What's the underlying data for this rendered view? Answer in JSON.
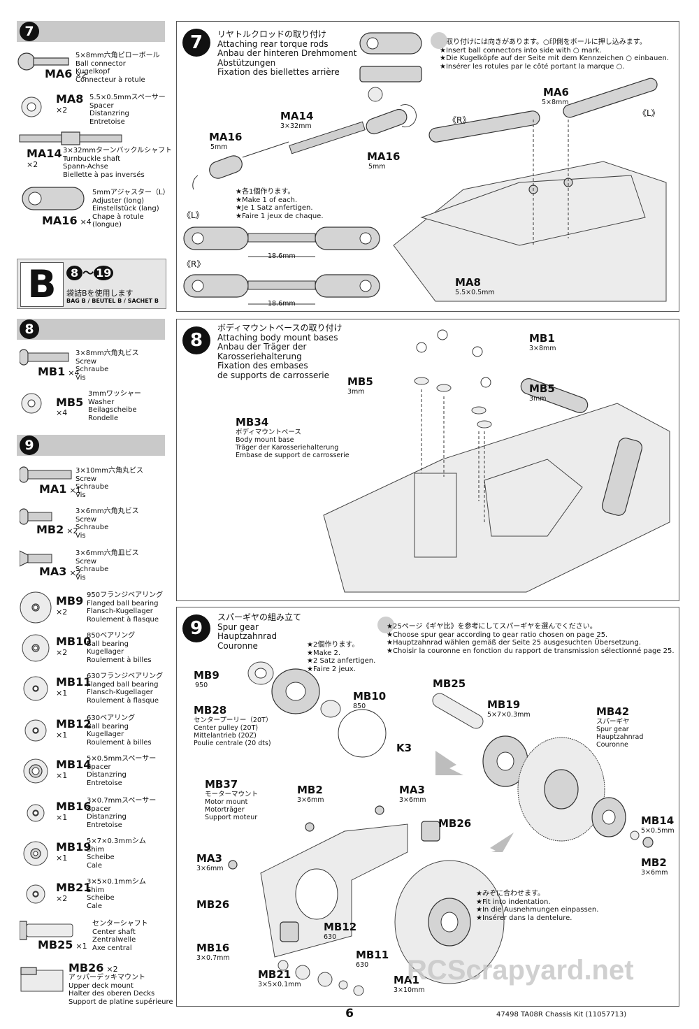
{
  "left": {
    "step7": {
      "number": "7",
      "parts": [
        {
          "code": "MA6",
          "qty": "×2",
          "name": "5×8mm六角ピローボール\nBall connector\nKugelkopf\nConnecteur à rotule"
        },
        {
          "code": "MA8",
          "qty": "×2",
          "name": "5.5×0.5mmスペーサー\nSpacer\nDistanzring\nEntretoise"
        },
        {
          "code": "MA14",
          "qty": "×2",
          "name": "3×32mmターンバックルシャフト\nTurnbuckle shaft\nSpann-Achse\nBiellette à pas inversés"
        },
        {
          "code": "MA16",
          "qty": "×4",
          "name": "5mmアジャスター（L）\nAdjuster (long)\nEinstellstück (lang)\nChape à rotule\n(longue)"
        }
      ]
    },
    "bagB": {
      "letter": "B",
      "from": "8",
      "tilde": "～",
      "to": "19",
      "text": "袋詰Bを使用します",
      "sub": "BAG B / BEUTEL B / SACHET B"
    },
    "step8": {
      "number": "8",
      "parts": [
        {
          "code": "MB1",
          "qty": "×4",
          "name": "3×8mm六角丸ビス\nScrew\nSchraube\nVis"
        },
        {
          "code": "MB5",
          "qty": "×4",
          "name": "3mmワッシャー\nWasher\nBeilagscheibe\nRondelle"
        }
      ]
    },
    "step9": {
      "number": "9",
      "parts": [
        {
          "code": "MA1",
          "qty": "×1",
          "name": "3×10mm六角丸ビス\nScrew\nSchraube\nVis"
        },
        {
          "code": "MB2",
          "qty": "×2",
          "name": "3×6mm六角丸ビス\nScrew\nSchraube\nVis"
        },
        {
          "code": "MA3",
          "qty": "×2",
          "name": "3×6mm六角皿ビス\nScrew\nSchraube\nVis"
        },
        {
          "code": "MB9",
          "qty": "×2",
          "name": "950フランジベアリング\nFlanged ball bearing\nFlansch-Kugellager\nRoulement à flasque"
        },
        {
          "code": "MB10",
          "qty": "×2",
          "name": "850ベアリング\nBall bearing\nKugellager\nRoulement à billes"
        },
        {
          "code": "MB11",
          "qty": "×1",
          "name": "630フランジベアリング\nFlanged ball bearing\nFlansch-Kugellager\nRoulement à flasque"
        },
        {
          "code": "MB12",
          "qty": "×1",
          "name": "630ベアリング\nBall bearing\nKugellager\nRoulement à billes"
        },
        {
          "code": "MB14",
          "qty": "×1",
          "name": "5×0.5mmスペーサー\nSpacer\nDistanzring\nEntretoise"
        },
        {
          "code": "MB16",
          "qty": "×1",
          "name": "3×0.7mmスペーサー\nSpacer\nDistanzring\nEntretoise"
        },
        {
          "code": "MB19",
          "qty": "×1",
          "name": "5×7×0.3mmシム\nShim\nScheibe\nCale"
        },
        {
          "code": "MB21",
          "qty": "×2",
          "name": "3×5×0.1mmシム\nShim\nScheibe\nCale"
        },
        {
          "code": "MB25",
          "qty": "×1",
          "name": "センターシャフト\nCenter shaft\nZentralwelle\nAxe central"
        },
        {
          "code": "MB26",
          "qty": "×2",
          "name": "アッパーデッキマウント\nUpper deck mount\nHalter des oberen Decks\nSupport de platine supérieure"
        }
      ]
    }
  },
  "panel7": {
    "number": "7",
    "title": "リヤトルクロッドの取り付け\nAttaching rear torque rods\nAnbau der hinteren Drehmoment\nAbstützungen\nFixation des biellettes arrière",
    "note": "★取り付けには向きがあります。○印側をボールに押し込みます。\n★Insert ball connectors into side with ○ mark.\n★Die Kugelköpfe auf der Seite mit dem Kennzeichen ○ einbauen.\n★Insérer les rotules par le côté portant la marque ○.",
    "make": "★各1個作ります。\n★Make 1 of each.\n★Je 1 Satz anfertigen.\n★Faire 1 jeux de chaque.",
    "ma14": {
      "code": "MA14",
      "size": "3×32mm"
    },
    "ma16a": {
      "code": "MA16",
      "size": "5mm"
    },
    "ma16b": {
      "code": "MA16",
      "size": "5mm"
    },
    "ma6": {
      "code": "MA6",
      "size": "5×8mm"
    },
    "ma8": {
      "code": "MA8",
      "size": "5.5×0.5mm"
    },
    "L": "《L》",
    "R": "《R》",
    "dim": "18.6mm"
  },
  "panel8": {
    "number": "8",
    "title": "ボディマウントベースの取り付け\nAttaching body mount bases\nAnbau der Träger der\nKarosseriehalterung\nFixation des embases\nde supports de carrosserie",
    "mb1": {
      "code": "MB1",
      "size": "3×8mm"
    },
    "mb5a": {
      "code": "MB5",
      "size": "3mm"
    },
    "mb5b": {
      "code": "MB5",
      "size": "3mm"
    },
    "mb34": {
      "code": "MB34",
      "name": "ボディマウントベース\nBody mount base\nTräger der Karosseriehalterung\nEmbase de support de carrosserie"
    }
  },
  "panel9": {
    "number": "9",
    "title": "スパーギヤの組み立て\nSpur gear\nHauptzahnrad\nCouronne",
    "note": "★25ページ《ギヤ比》を参考にしてスパーギヤを選んでください。\n★Choose spur gear according to gear ratio chosen on page 25.\n★Hauptzahnrad wählen gemäß der Seite 25 ausgesuchten Übersetzung.\n★Choisir la couronne en fonction du rapport de transmission sélectionné page 25.",
    "make2": "★2個作ります。\n★Make 2.\n★2 Satz anfertigen.\n★Faire 2 jeux.",
    "fit": "★みぞに合わせます。\n★Fit into indentation.\n★In die Ausnehmungen einpassen.\n★Insérer dans la dentelure.",
    "mb9": {
      "code": "MB9",
      "size": "950"
    },
    "mb10": {
      "code": "MB10",
      "size": "850"
    },
    "mb28": {
      "code": "MB28",
      "name": "センタープーリー（20T）\nCenter pulley (20T)\nMittelantrieb (20Z)\nPoulie centrale (20 dts)"
    },
    "k3": "K3",
    "mb25": "MB25",
    "mb19": {
      "code": "MB19",
      "size": "5×7×0.3mm"
    },
    "mb42": {
      "code": "MB42",
      "name": "スパーギヤ\nSpur gear\nHauptzahnrad\nCouronne"
    },
    "mb14": {
      "code": "MB14",
      "size": "5×0.5mm"
    },
    "mb2r": {
      "code": "MB2",
      "size": "3×6mm"
    },
    "mb37": {
      "code": "MB37",
      "name": "モーターマウント\nMotor mount\nMotorträger\nSupport moteur"
    },
    "mb2": {
      "code": "MB2",
      "size": "3×6mm"
    },
    "ma3a": {
      "code": "MA3",
      "size": "3×6mm"
    },
    "ma3b": {
      "code": "MA3",
      "size": "3×6mm"
    },
    "mb26a": "MB26",
    "mb26b": "MB26",
    "mb16": {
      "code": "MB16",
      "size": "3×0.7mm"
    },
    "mb12": {
      "code": "MB12",
      "size": "630"
    },
    "mb11": {
      "code": "MB11",
      "size": "630"
    },
    "mb21": {
      "code": "MB21",
      "size": "3×5×0.1mm"
    },
    "ma1": {
      "code": "MA1",
      "size": "3×10mm"
    }
  },
  "footer": {
    "page": "6",
    "kit": "47498  TA08R Chassis Kit (11057713)",
    "watermark": "RCScrapyard.net"
  }
}
